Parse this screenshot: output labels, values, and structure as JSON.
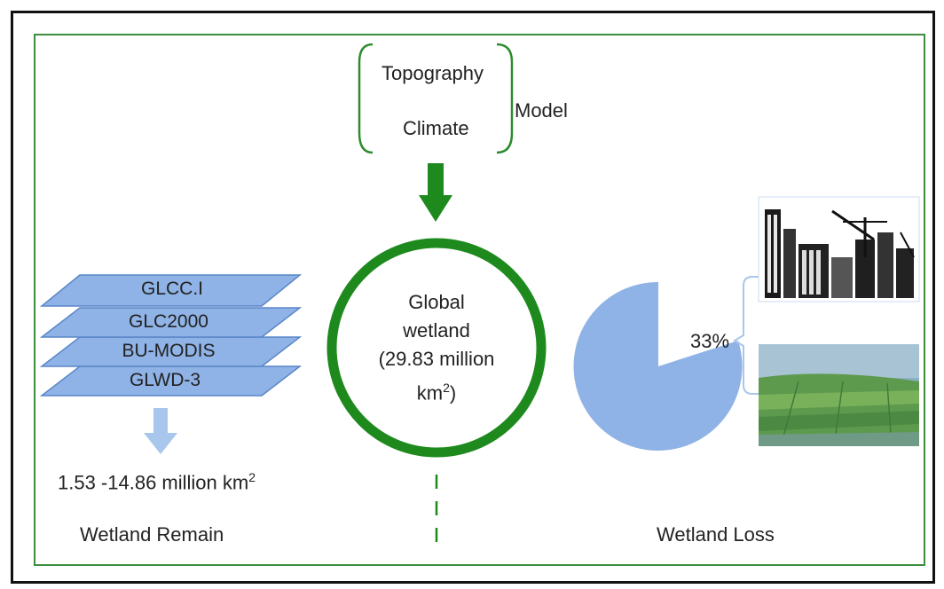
{
  "model": {
    "factors": [
      "Topography",
      "Climate"
    ],
    "label": "Model"
  },
  "center": {
    "line1": "Global",
    "line2": "wetland",
    "line3": "(29.83 million",
    "line4": "km",
    "line4_sup": "2",
    "line4_end": ")"
  },
  "remain": {
    "layers": [
      "GLCC.I",
      "GLC2000",
      "BU-MODIS",
      "GLWD-3"
    ],
    "range": "1.53 -14.86 million km",
    "range_sup": "2",
    "title": "Wetland Remain"
  },
  "loss": {
    "percent": "33%",
    "percent_value": 33,
    "title": "Wetland Loss",
    "images": [
      "urban-construction",
      "farmland"
    ]
  },
  "colors": {
    "green": "#1e8a1e",
    "blue_layer": "#8fb3e6",
    "pie": "#8fb3e6"
  }
}
